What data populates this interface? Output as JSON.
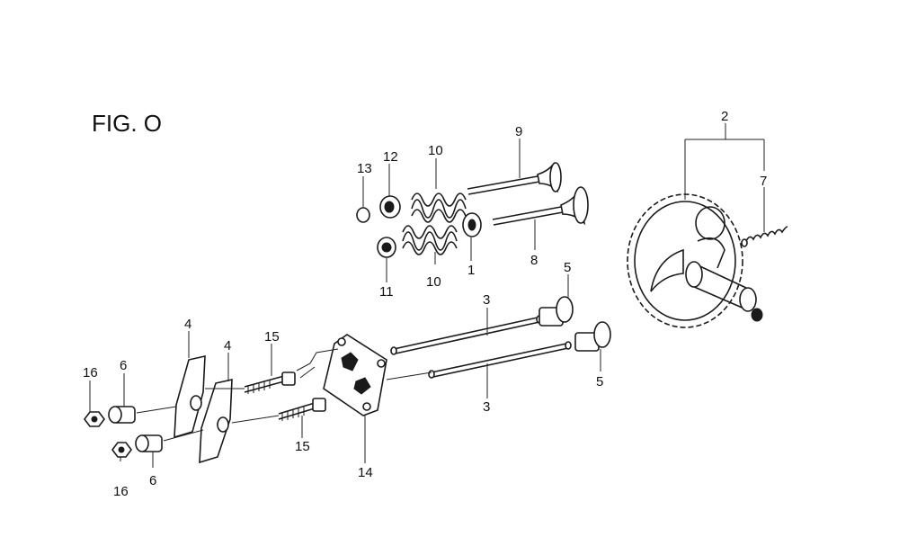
{
  "figure": {
    "title": "FIG. O"
  },
  "callouts": {
    "c1": "1",
    "c2": "2",
    "c3a": "3",
    "c3b": "3",
    "c4a": "4",
    "c4b": "4",
    "c5a": "5",
    "c5b": "5",
    "c6a": "6",
    "c6b": "6",
    "c7": "7",
    "c8": "8",
    "c9": "9",
    "c10a": "10",
    "c10b": "10",
    "c11": "11",
    "c12": "12",
    "c13": "13",
    "c14": "14",
    "c15a": "15",
    "c15b": "15",
    "c16a": "16",
    "c16b": "16"
  }
}
